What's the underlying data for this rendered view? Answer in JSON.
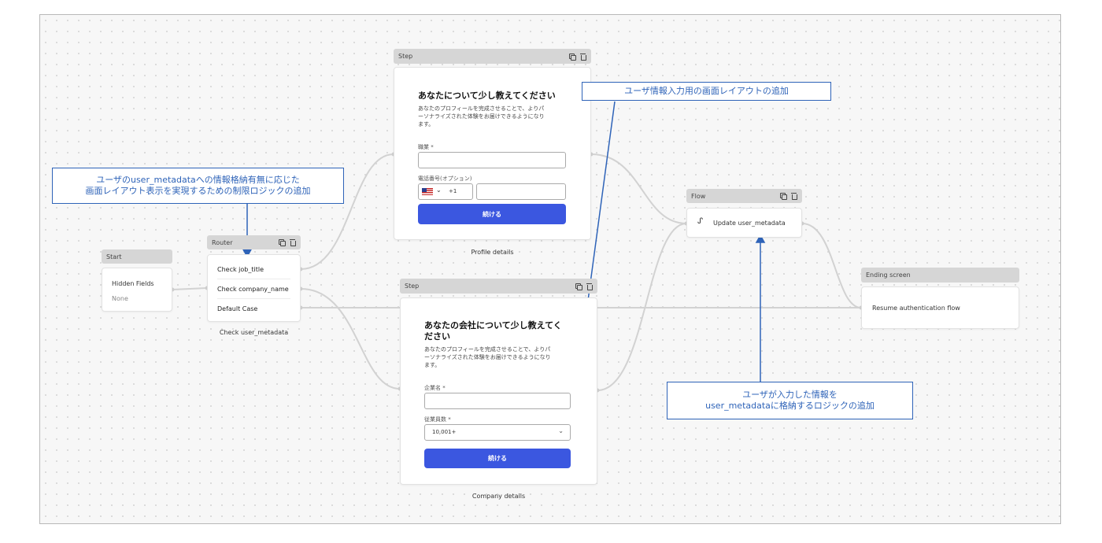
{
  "start": {
    "header": "Start",
    "title": "Hidden Fields",
    "value": "None"
  },
  "router": {
    "header": "Router",
    "routes": [
      "Check job_title",
      "Check company_name",
      "Default Case"
    ],
    "caption": "Check user_metadata"
  },
  "step_profile": {
    "header": "Step",
    "title": "あなたについて少し教えてください",
    "description": [
      "あなたのプロフィールを完成させることで、よりパ",
      "ーソナライズされた体験をお届けできるようになり",
      "ます。"
    ],
    "field1_label": "職業 *",
    "field2_label": "電話番号(オプション)",
    "country_code": "+1",
    "button": "続ける",
    "caption": "Profile details"
  },
  "step_company": {
    "header": "Step",
    "title": [
      "あなたの会社について少し教えてく",
      "ださい"
    ],
    "description": [
      "あなたのプロフィールを完成させることで、よりパ",
      "ーソナライズされた体験をお届けできるようになり",
      "ます。"
    ],
    "field1_label": "企業名 *",
    "field2_label": "従業員数 *",
    "select_value": "10,001+",
    "button": "続ける",
    "caption": "Company details"
  },
  "flow": {
    "header": "Flow",
    "action": "Update user_metadata"
  },
  "ending": {
    "header": "Ending screen",
    "action": "Resume authentication flow"
  },
  "callouts": {
    "router_logic": [
      "ユーザのuser_metadataへの情報格納有無に応じた",
      "画面レイアウト表示を実現するための制限ロジックの追加"
    ],
    "screen_layout": [
      "ユーザ情報入力用の画面レイアウトの追加"
    ],
    "store_logic": [
      "ユーザが入力した情報を",
      "user_metadataに格納するロジックの追加"
    ]
  },
  "colors": {
    "accent_button": "#3b57e0",
    "callout": "#2e63b8",
    "wire": "#d0d0d0"
  }
}
